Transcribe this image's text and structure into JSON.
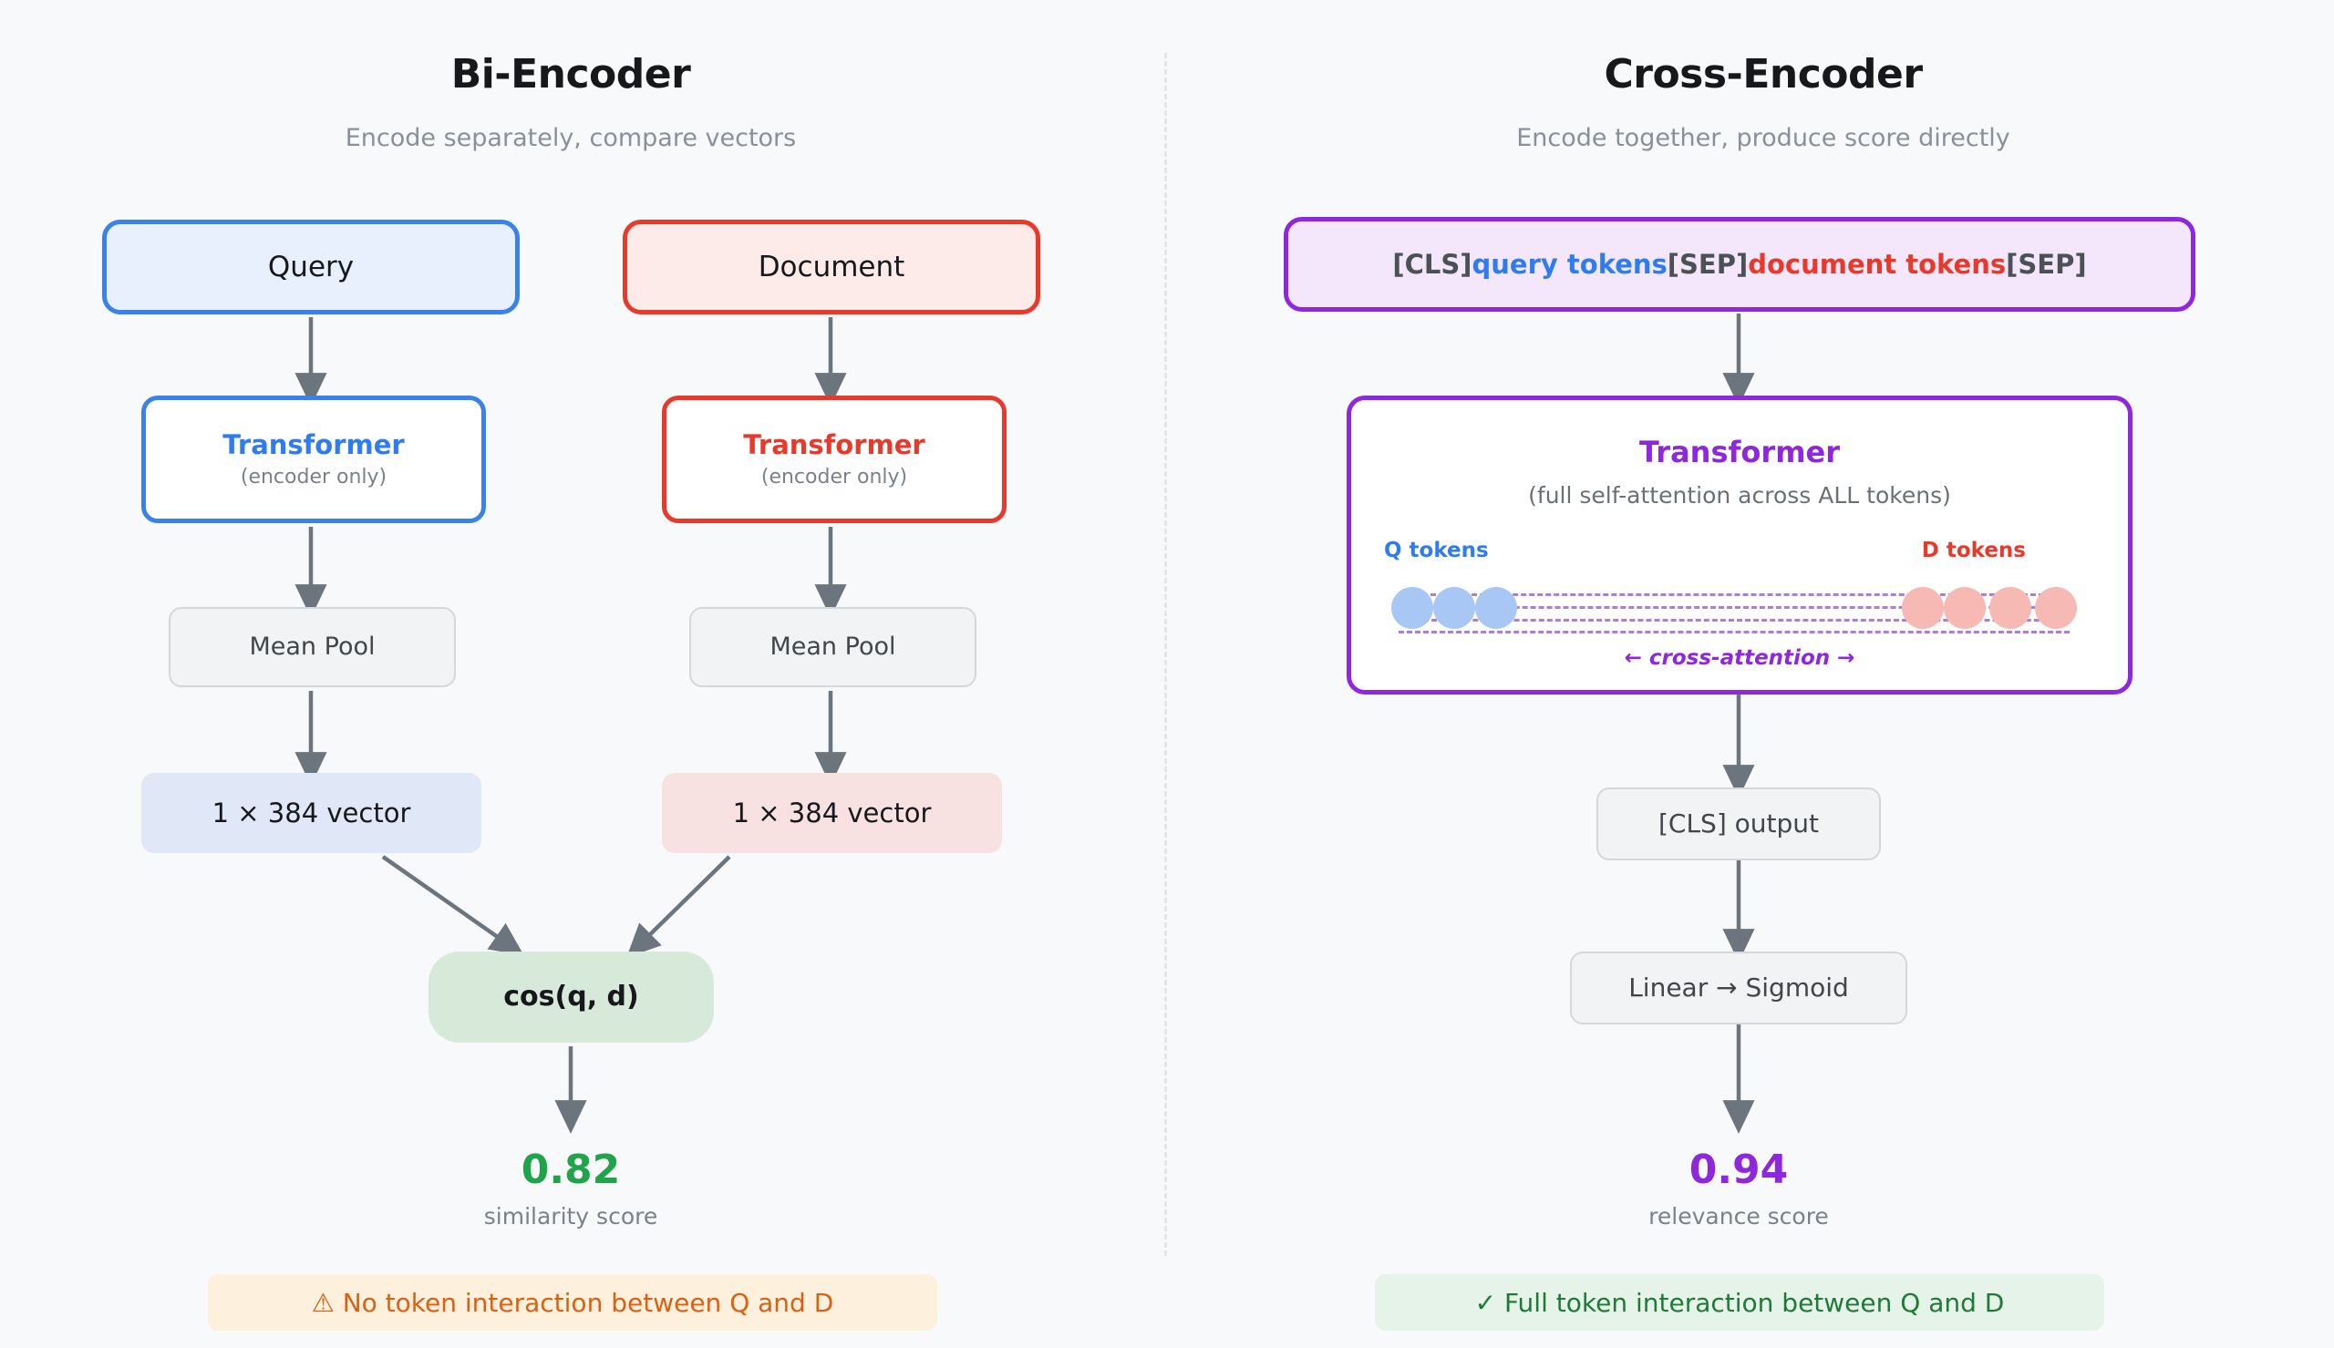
{
  "colors": {
    "background": "#f8f9fa",
    "blue": "#3b82e8",
    "blue_text": "#2f7cf0",
    "red": "#e8392b",
    "purple": "#8f27dd",
    "green": "#20a34a",
    "gray_text": "#7b8189",
    "arrow": "#6c757d",
    "warn_text": "#dd6010",
    "ok_text": "#1f7a37"
  },
  "left": {
    "title": "Bi-Encoder",
    "subtitle": "Encode separately, compare vectors",
    "query_box": "Query",
    "document_box": "Document",
    "transformer_query": {
      "main": "Transformer",
      "sub": "(encoder only)"
    },
    "transformer_document": {
      "main": "Transformer",
      "sub": "(encoder only)"
    },
    "pool_query": "Mean Pool",
    "pool_document": "Mean Pool",
    "vector_query": "1 × 384 vector",
    "vector_document": "1 × 384 vector",
    "similarity_node": "cos(q, d)",
    "score_value": "0.82",
    "score_label": "similarity score",
    "footer_note": "⚠ No token interaction between Q and D"
  },
  "right": {
    "title": "Cross-Encoder",
    "subtitle": "Encode together, produce score directly",
    "token_sequence": {
      "cls_open": "[CLS]",
      "query_tokens": "query tokens",
      "sep_mid": "[SEP]",
      "document_tokens": "document tokens",
      "sep_end": "[SEP]"
    },
    "transformer": {
      "main": "Transformer",
      "sub": "(full self-attention across ALL tokens)",
      "q_tokens_label": "Q tokens",
      "d_tokens_label": "D tokens",
      "cross_attention_label": "← cross-attention →",
      "q_token_count": 3,
      "d_token_count": 4
    },
    "cls_output": "[CLS] output",
    "linear_sigmoid": "Linear → Sigmoid",
    "score_value": "0.94",
    "score_label": "relevance score",
    "footer_note": "✓ Full token interaction between Q and D"
  }
}
